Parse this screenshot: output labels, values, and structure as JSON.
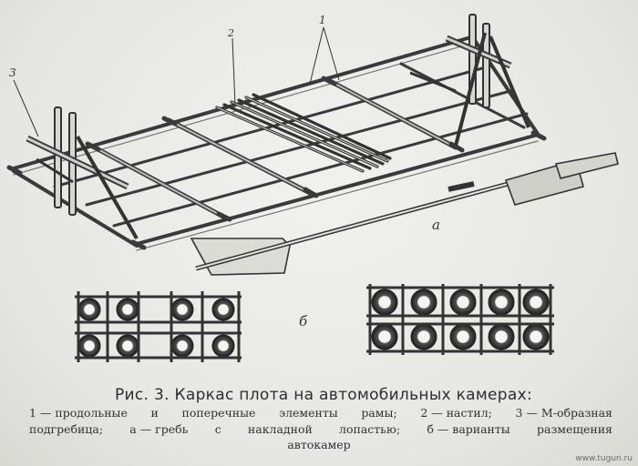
{
  "labels": {
    "frame_elements": "1",
    "decking": "2",
    "m_rowlock": "3",
    "variant_a": "а",
    "variant_b": "б"
  },
  "caption": {
    "title": "Рис. 3. Каркас плота на автомобильных камерах:",
    "line1_parts": [
      "1 — продольные",
      "и",
      "поперечные",
      "элементы",
      "рамы;",
      "2 — настил;",
      "3 — М-образная"
    ],
    "line2_parts": [
      "подгребица;",
      "а — гребь",
      "с",
      "накладной",
      "лопастью;",
      "б — варианты",
      "размещения"
    ],
    "line3": "автокамер"
  },
  "watermark": "www.tugun.ru"
}
